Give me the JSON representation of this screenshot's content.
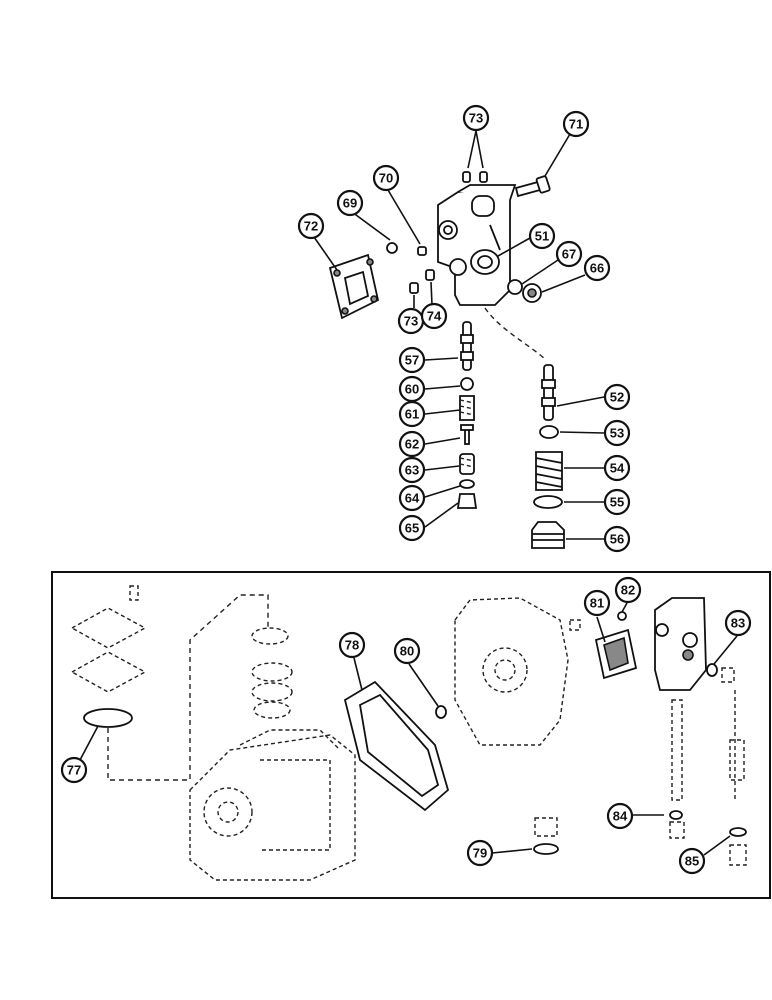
{
  "callouts": {
    "c73a": "73",
    "c71": "71",
    "c70": "70",
    "c69": "69",
    "c72": "72",
    "c51": "51",
    "c67": "67",
    "c66": "66",
    "c73b": "73",
    "c74": "74",
    "c57": "57",
    "c60": "60",
    "c61": "61",
    "c62": "62",
    "c63": "63",
    "c64": "64",
    "c65": "65",
    "c52": "52",
    "c53": "53",
    "c54": "54",
    "c55": "55",
    "c56": "56",
    "c81": "81",
    "c82": "82",
    "c83": "83",
    "c78": "78",
    "c80": "80",
    "c77": "77",
    "c84": "84",
    "c79": "79",
    "c85": "85"
  }
}
